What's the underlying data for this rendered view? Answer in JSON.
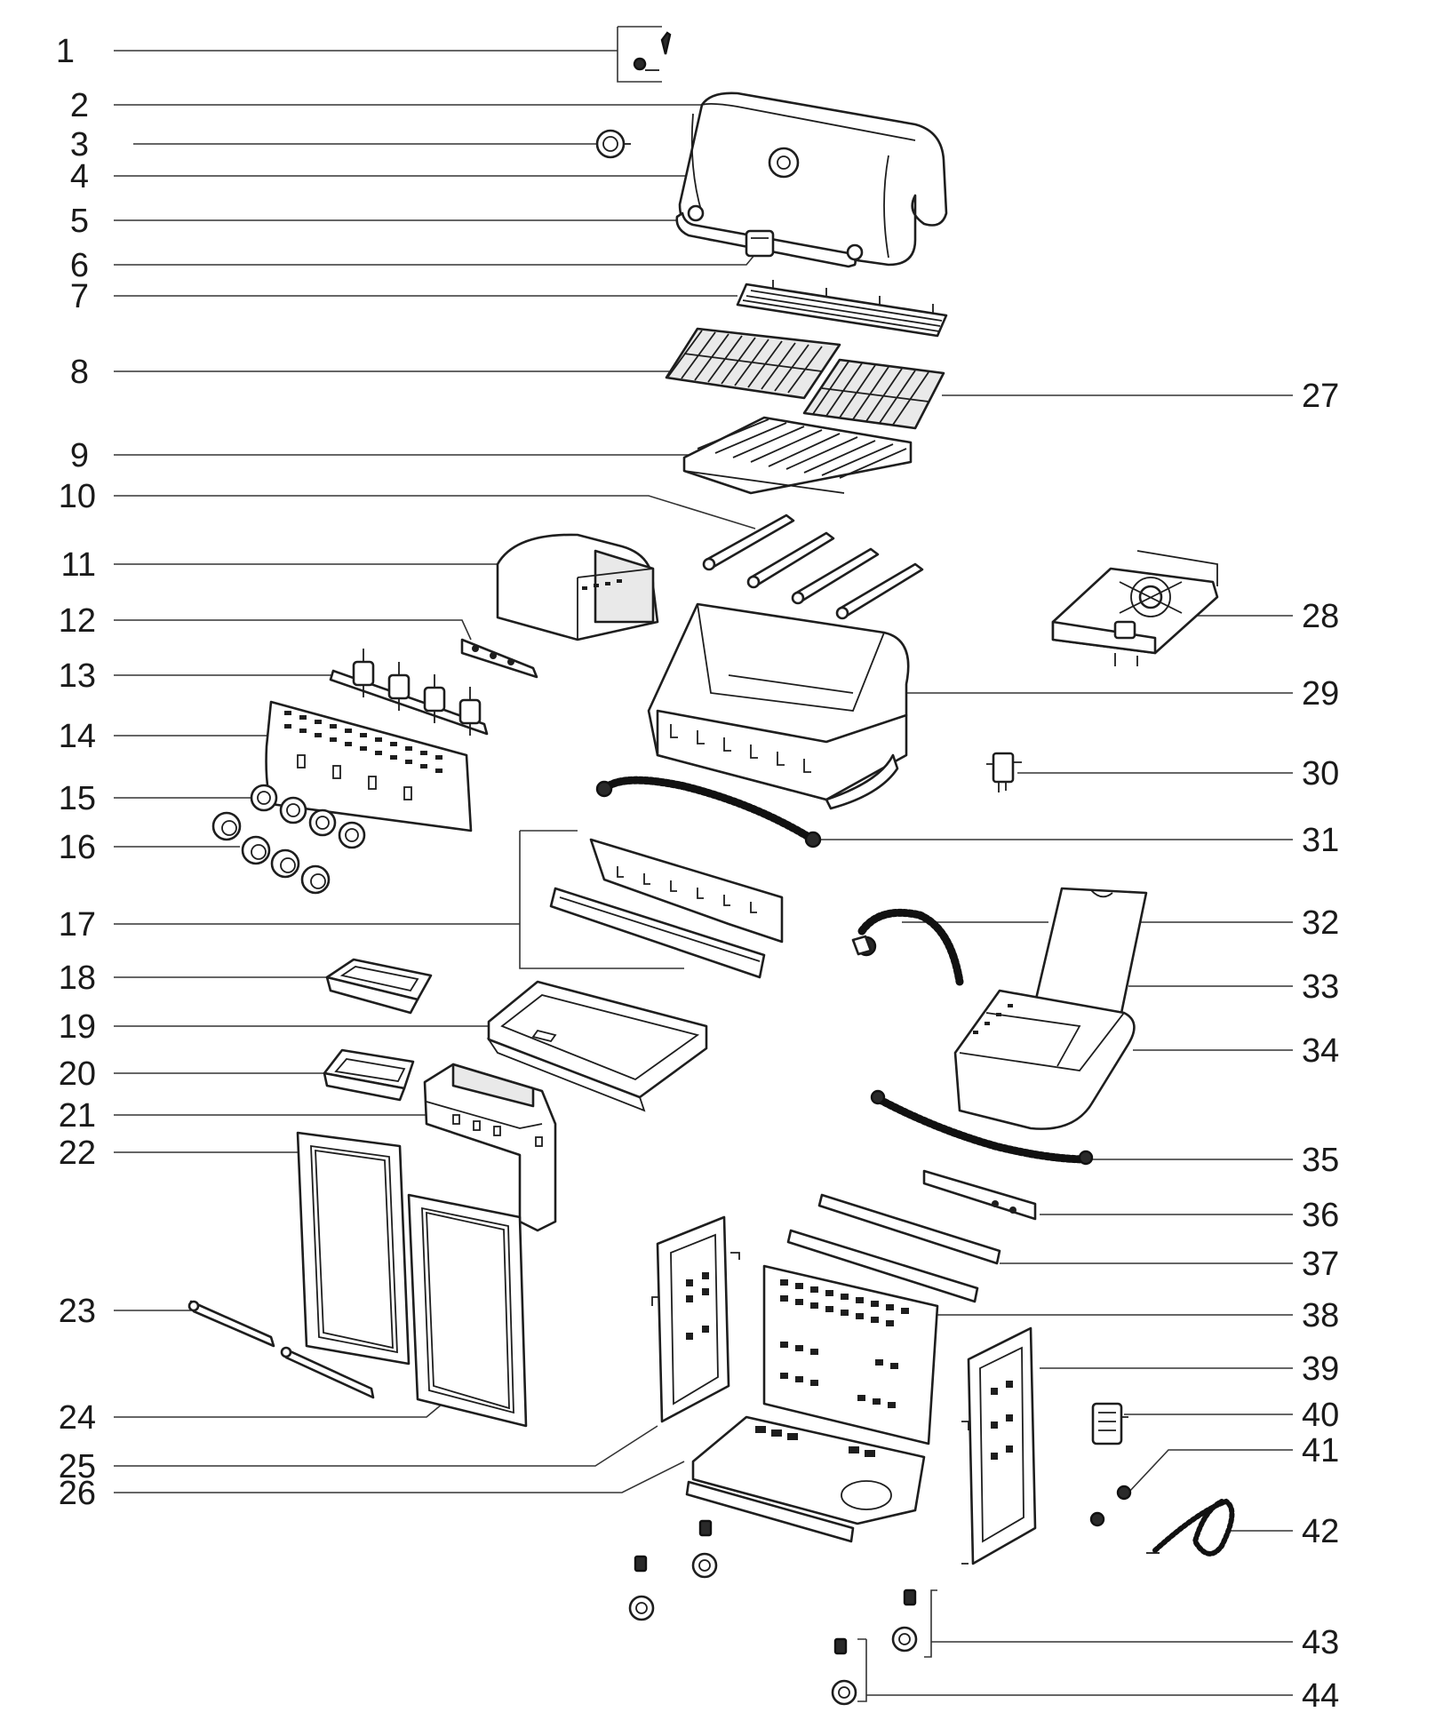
{
  "callouts": [
    {
      "num": "1"
    },
    {
      "num": "2"
    },
    {
      "num": "3"
    },
    {
      "num": "4"
    },
    {
      "num": "5"
    },
    {
      "num": "6"
    },
    {
      "num": "7"
    },
    {
      "num": "8"
    },
    {
      "num": "9"
    },
    {
      "num": "10"
    },
    {
      "num": "11"
    },
    {
      "num": "12"
    },
    {
      "num": "13"
    },
    {
      "num": "14"
    },
    {
      "num": "15"
    },
    {
      "num": "16"
    },
    {
      "num": "17"
    },
    {
      "num": "18"
    },
    {
      "num": "19"
    },
    {
      "num": "20"
    },
    {
      "num": "21"
    },
    {
      "num": "22"
    },
    {
      "num": "23"
    },
    {
      "num": "24"
    },
    {
      "num": "25"
    },
    {
      "num": "26"
    },
    {
      "num": "27"
    },
    {
      "num": "28"
    },
    {
      "num": "29"
    },
    {
      "num": "30"
    },
    {
      "num": "31"
    },
    {
      "num": "32"
    },
    {
      "num": "33"
    },
    {
      "num": "34"
    },
    {
      "num": "35"
    },
    {
      "num": "36"
    },
    {
      "num": "37"
    },
    {
      "num": "38"
    },
    {
      "num": "39"
    },
    {
      "num": "40"
    },
    {
      "num": "41"
    },
    {
      "num": "42"
    },
    {
      "num": "43"
    },
    {
      "num": "44"
    }
  ]
}
